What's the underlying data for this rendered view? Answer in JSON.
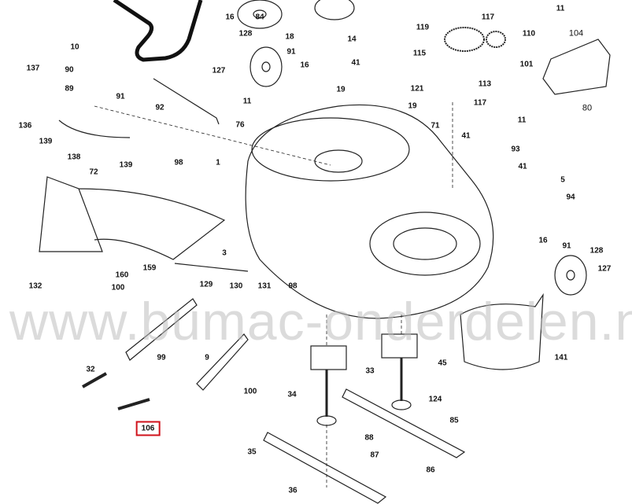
{
  "watermark": "www.bumac-onderdelen.nl",
  "highlight_color": "#d0121b",
  "highlighted_part": "106",
  "labels": [
    "16",
    "84",
    "18",
    "14",
    "119",
    "117",
    "110",
    "11",
    "104",
    "10",
    "128",
    "91",
    "16",
    "127",
    "137",
    "90",
    "89",
    "91",
    "41",
    "115",
    "101",
    "19",
    "121",
    "113",
    "117",
    "19",
    "80",
    "11",
    "92",
    "76",
    "136",
    "139",
    "71",
    "11",
    "41",
    "93",
    "138",
    "139",
    "98",
    "1",
    "41",
    "72",
    "5",
    "94",
    "3",
    "16",
    "91",
    "128",
    "127",
    "159",
    "160",
    "129",
    "130",
    "131",
    "98",
    "132",
    "100",
    "99",
    "9",
    "141",
    "33",
    "45",
    "32",
    "100",
    "34",
    "124",
    "85",
    "106",
    "88",
    "87",
    "86",
    "35",
    "36"
  ]
}
